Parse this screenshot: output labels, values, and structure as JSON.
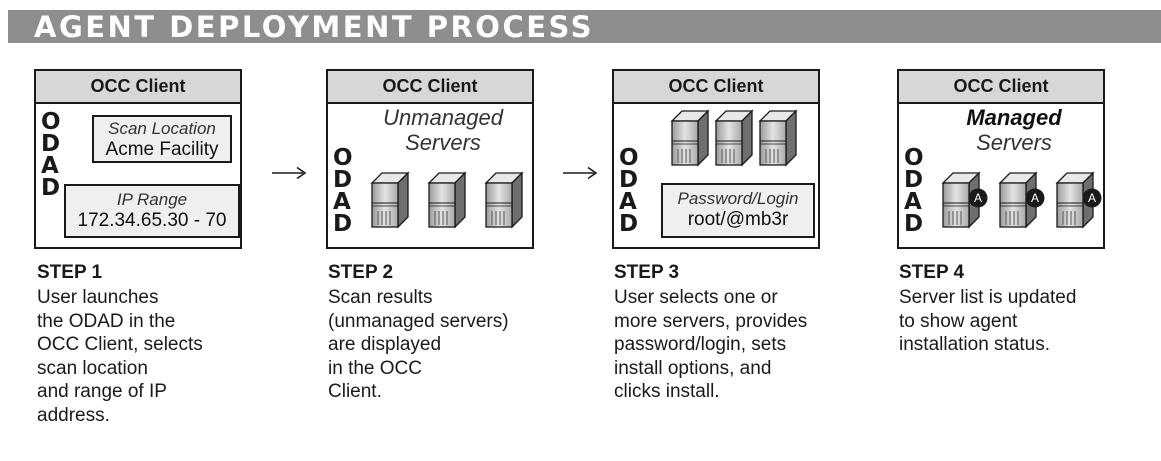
{
  "title": "AGENT DEPLOYMENT PROCESS",
  "panel_header": "OCC Client",
  "odad_letters": [
    "O",
    "D",
    "A",
    "D"
  ],
  "steps": [
    {
      "title": "STEP 1",
      "desc": [
        "User launches",
        "the ODAD in the",
        "OCC Client, selects",
        "scan location",
        "and range of IP",
        "address."
      ],
      "scan_location": {
        "label": "Scan Location",
        "value": "Acme Facility"
      },
      "ip_range": {
        "label": "IP Range",
        "value": "172.34.65.30 - 70"
      }
    },
    {
      "title": "STEP 2",
      "desc": [
        "Scan results",
        "(unmanaged servers)",
        "are displayed",
        "in the OCC",
        "Client."
      ],
      "servers_label": [
        "Unmanaged",
        "Servers"
      ]
    },
    {
      "title": "STEP 3",
      "desc": [
        "User selects one or",
        "more servers, provides",
        "password/login, sets",
        "install options, and",
        "clicks install."
      ],
      "credentials": {
        "label": "Password/Login",
        "value": "root/@mb3r"
      }
    },
    {
      "title": "STEP 4",
      "desc": [
        "Server list is updated",
        "to show agent",
        "installation status."
      ],
      "servers_label": [
        "Managed",
        "Servers"
      ],
      "agent_badge": "A"
    }
  ]
}
